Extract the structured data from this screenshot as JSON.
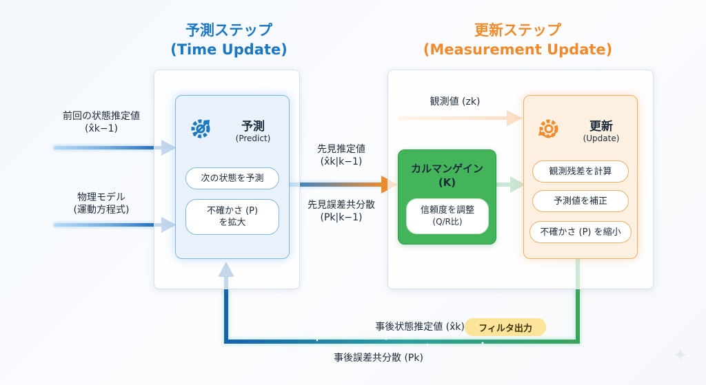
{
  "titles": {
    "predict": {
      "line1": "予測ステップ",
      "line2": "(Time Update)"
    },
    "update": {
      "line1": "更新ステップ",
      "line2": "(Measurement Update)"
    }
  },
  "inputs": {
    "prev_state": {
      "line1": "前回の状態推定値",
      "line2": "(x̂k−1)"
    },
    "physics": {
      "line1": "物理モデル",
      "line2": "(運動方程式)"
    },
    "measurement": "観測値 (zk)"
  },
  "predict_card": {
    "title": "予測",
    "subtitle": "(Predict)",
    "items": [
      "次の状態を予測",
      "不確かさ (P)\nを拡大"
    ]
  },
  "middle_labels": {
    "prior_state": {
      "line1": "先見推定値",
      "line2": "(x̂k|k−1)"
    },
    "prior_cov": {
      "line1": "先見誤差共分散",
      "line2": "(Pk|k−1)"
    }
  },
  "gain_card": {
    "title": "カルマンゲイン",
    "subtitle": "(K)",
    "item": {
      "line1": "信頼度を調整",
      "line2": "(Q/R比)"
    }
  },
  "update_card": {
    "title": "更新",
    "subtitle": "(Update)",
    "items": [
      "観測残差を計算",
      "予測値を補正",
      "不確かさ (P) を縮小"
    ]
  },
  "feedback": {
    "state_label": "事後状態推定値 (x̂k)",
    "badge": "フィルタ出力",
    "cov_label": "事後誤差共分散 (Pk)"
  },
  "colors": {
    "blue": "#1a78c2",
    "orange": "#ef8b2c",
    "green": "#43b45a",
    "badge": "#fde49b"
  },
  "icons": [
    "gear-arrows-icon-predict",
    "gear-refresh-icon-update",
    "sparkle-icon"
  ]
}
